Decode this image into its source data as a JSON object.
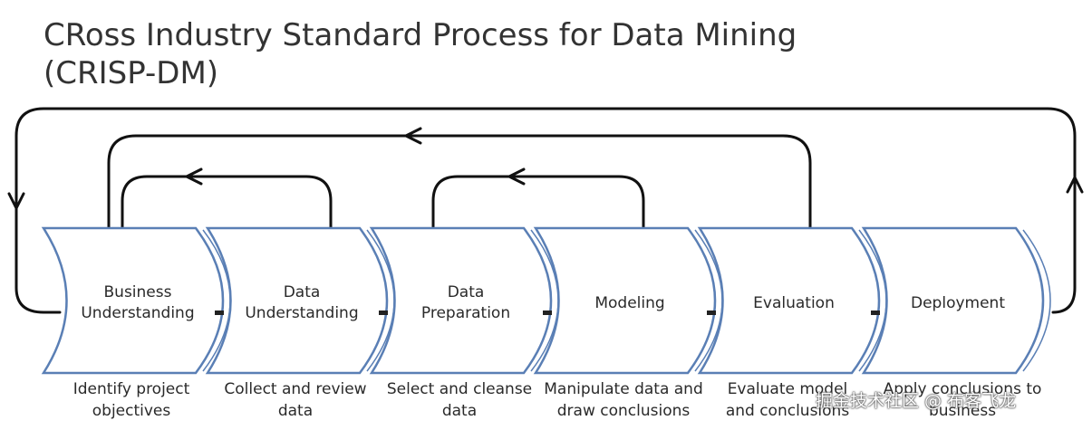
{
  "title": {
    "line1": "CRoss Industry Standard Process for Data Mining",
    "line2": "(CRISP-DM)"
  },
  "stages": [
    {
      "line1": "Business",
      "line2": "Understanding",
      "desc1": "Identify project",
      "desc2": "objectives"
    },
    {
      "line1": "Data",
      "line2": "Understanding",
      "desc1": "Collect and review",
      "desc2": "data"
    },
    {
      "line1": "Data",
      "line2": "Preparation",
      "desc1": "Select and cleanse",
      "desc2": "data"
    },
    {
      "line1": "Modeling",
      "line2": "",
      "desc1": "Manipulate data and",
      "desc2": "draw conclusions"
    },
    {
      "line1": "Evaluation",
      "line2": "",
      "desc1": "Evaluate model",
      "desc2": "and conclusions"
    },
    {
      "line1": "Deployment",
      "line2": "",
      "desc1": "Apply conclusions to",
      "desc2": "business"
    }
  ],
  "watermark": "掘金技术社区 @ 布客飞龙",
  "colors": {
    "stage_stroke": "#5a7fb5",
    "flow_line": "#111111",
    "stage_fill": "#ffffff"
  }
}
